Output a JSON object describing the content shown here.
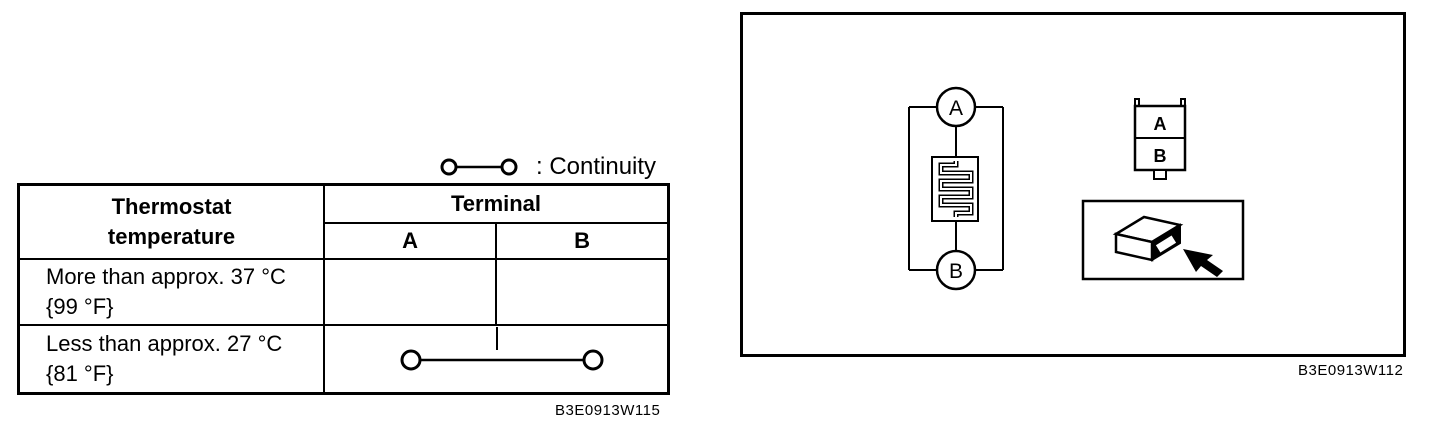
{
  "legend": {
    "text": ": Continuity",
    "icon": "continuity-symbol"
  },
  "table": {
    "header": {
      "thermostat_temperature": [
        "Thermostat",
        "temperature"
      ],
      "terminal": "Terminal",
      "terminal_a": "A",
      "terminal_b": "B"
    },
    "rows": [
      {
        "condition": [
          "More than approx. 37 °C",
          "{99 °F}"
        ],
        "continuity": false
      },
      {
        "condition": [
          "Less than approx. 27 °C",
          "{81 °F}"
        ],
        "continuity": true
      }
    ]
  },
  "figure_codes": {
    "table": "B3E0913W115",
    "diagram": "B3E0913W112"
  },
  "diagram": {
    "terminal_top": "A",
    "terminal_bottom": "B",
    "connector_top": "A",
    "connector_bottom": "B",
    "icons": [
      "thermostat-element-icon",
      "connector-icon",
      "arrow-icon"
    ]
  }
}
